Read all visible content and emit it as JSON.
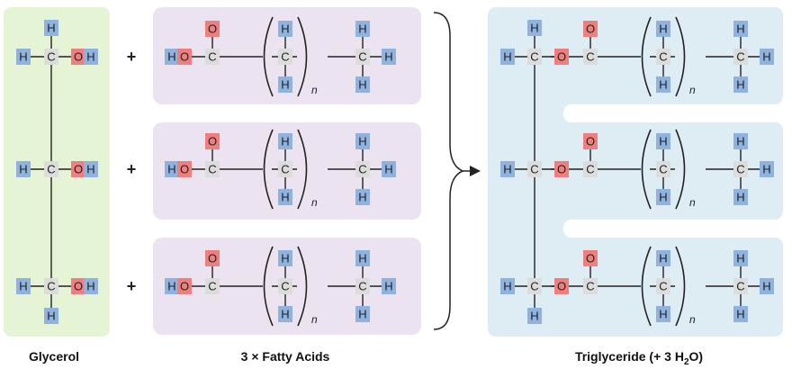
{
  "captions": {
    "glycerol": "Glycerol",
    "fatty_acids": "3 × Fatty Acids",
    "triglyceride_prefix": "Triglyceride (+ 3 H",
    "triglyceride_sub": "2",
    "triglyceride_suffix": "O)"
  },
  "symbols": {
    "hydrogen": "H",
    "carbon": "C",
    "oxygen": "O",
    "repeat": "n",
    "plus": "+"
  },
  "colors": {
    "glycerol_panel": "#e6f4d6",
    "fatty_acid_panel": "#ece3f1",
    "triglyceride_panel": "#deedf4",
    "hydrogen": "#8fb2df",
    "carbon": "#dcdcdc",
    "oxygen": "#ef7f7f",
    "bond": "#222222"
  }
}
